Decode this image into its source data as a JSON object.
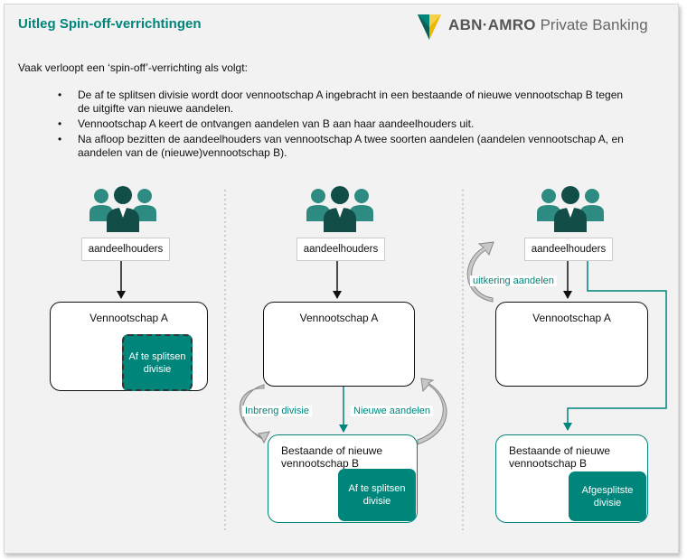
{
  "title": "Uitleg Spin-off-verrichtingen",
  "logo": {
    "brand_bold": "ABN·AMRO",
    "brand_rest": "Private Banking"
  },
  "intro": "Vaak verloopt een ‘spin-off’-verrichting als volgt:",
  "bullets": [
    "De af te splitsen divisie wordt door vennootschap A ingebracht in een bestaande of nieuwe vennootschap B tegen de uitgifte van nieuwe aandelen.",
    "Vennootschap A keert de ontvangen aandelen van B aan haar aandeelhouders uit.",
    "Na afloop bezitten de aandeelhouders van vennootschap A twee soorten aandelen (aandelen vennootschap A, en aandelen van de (nieuwe)vennootschap B)."
  ],
  "colors": {
    "accent": "#00857a",
    "dark_teal": "#124d47",
    "mid_teal": "#2e8b82"
  },
  "icons": [
    "shareholders-group-icon",
    "curved-arrow-icon"
  ],
  "panels": [
    {
      "shareholders": "aandeelhouders",
      "company_a": "Vennootschap A",
      "division": "Af te splitsen divisie"
    },
    {
      "shareholders": "aandeelhouders",
      "company_a": "Vennootschap A",
      "flow_left": "Inbreng divisie",
      "flow_right": "Nieuwe aandelen",
      "company_b": "Bestaande of nieuwe vennootschap B",
      "division": "Af te splitsen divisie"
    },
    {
      "shareholders": "aandeelhouders",
      "company_a": "Vennootschap A",
      "flow_label": "uitkering aandelen",
      "company_b": "Bestaande of nieuwe vennootschap B",
      "division": "Afgesplitste divisie"
    }
  ]
}
